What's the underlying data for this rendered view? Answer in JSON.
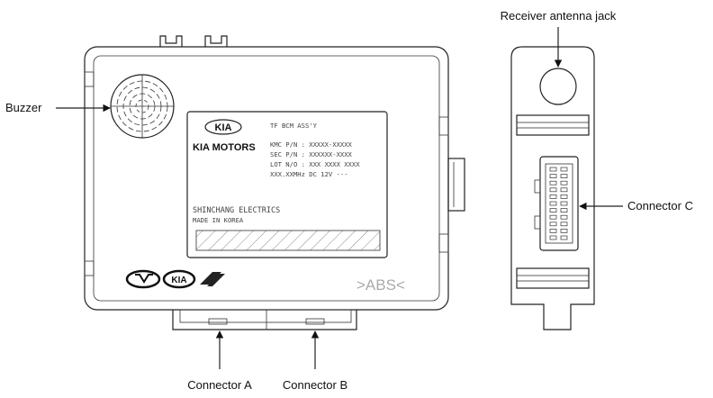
{
  "callouts": {
    "buzzer": "Buzzer",
    "antenna": "Receiver antenna jack",
    "connector_c": "Connector C",
    "connector_a": "Connector A",
    "connector_b": "Connector B"
  },
  "label_plate": {
    "logo_text": "KIA",
    "brand": "KIA MOTORS",
    "product": "TF BCM ASS'Y",
    "kmc_pn": "KMC P/N : XXXXX-XXXXX",
    "sec_pn": "SEC P/N : XXXXXX-XXXX",
    "lot": "LOT N/O : XXX XXXX XXXX",
    "spec": "XXX.XXMHz DC 12V ---",
    "maker": "SHINCHANG ELECTRICS",
    "origin": "MADE IN KOREA"
  },
  "bottom_logos": {
    "kia": "KIA",
    "abs": ">ABS<"
  },
  "colors": {
    "stroke": "#222222",
    "background": "#ffffff"
  }
}
